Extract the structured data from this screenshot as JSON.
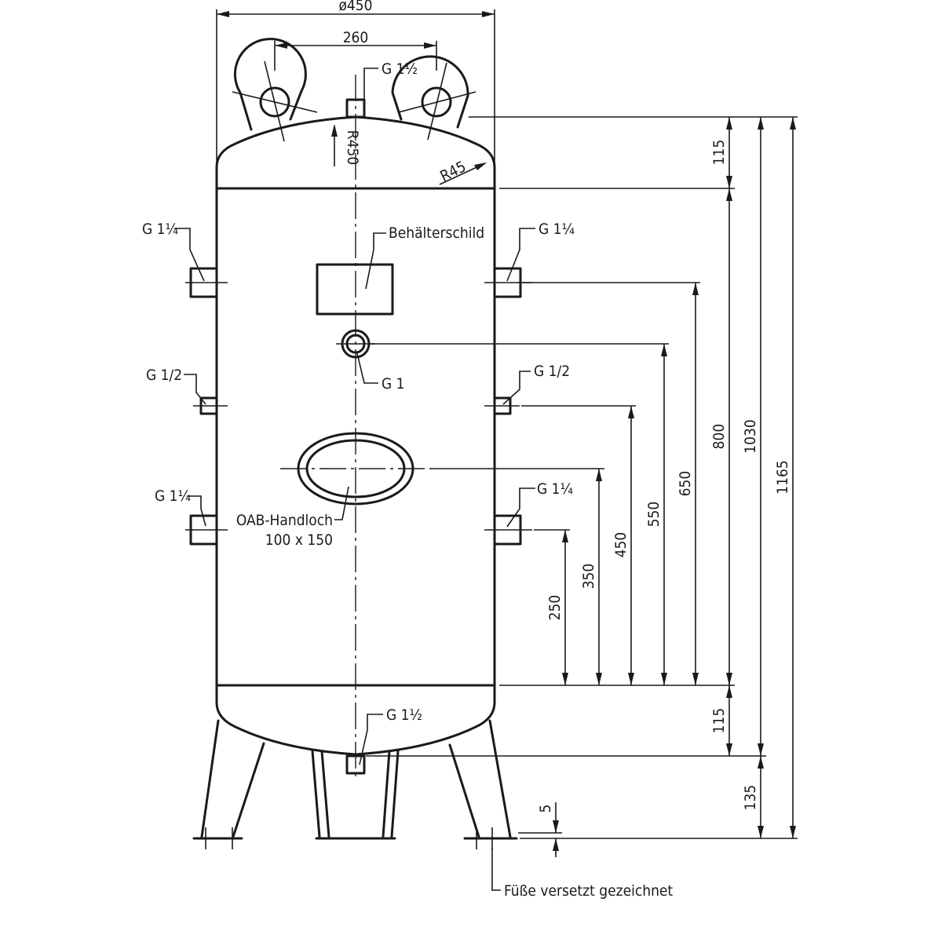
{
  "dimensions": {
    "diameter": "ø450",
    "lug_spacing": "260",
    "radius_top": "R450",
    "radius_knuckle": "R45",
    "d_115_top": "115",
    "d_800": "800",
    "d_1030": "1030",
    "d_1165": "1165",
    "d_650": "650",
    "d_550": "550",
    "d_450": "450",
    "d_350": "350",
    "d_250": "250",
    "d_115_bottom": "115",
    "d_135": "135",
    "d_5": "5"
  },
  "connections": {
    "top": "G 1½",
    "left_upper": "G 1¼",
    "right_upper": "G 1¼",
    "center": "G 1",
    "left_middle": "G 1/2",
    "right_middle": "G 1/2",
    "left_lower": "G 1¼",
    "right_lower": "G 1¼",
    "bottom": "G 1½"
  },
  "labels": {
    "nameplate": "Behälterschild",
    "handhole_line1": "OAB-Handloch",
    "handhole_line2": "100 x 150",
    "feet_note": "Füße versetzt gezeichnet"
  }
}
